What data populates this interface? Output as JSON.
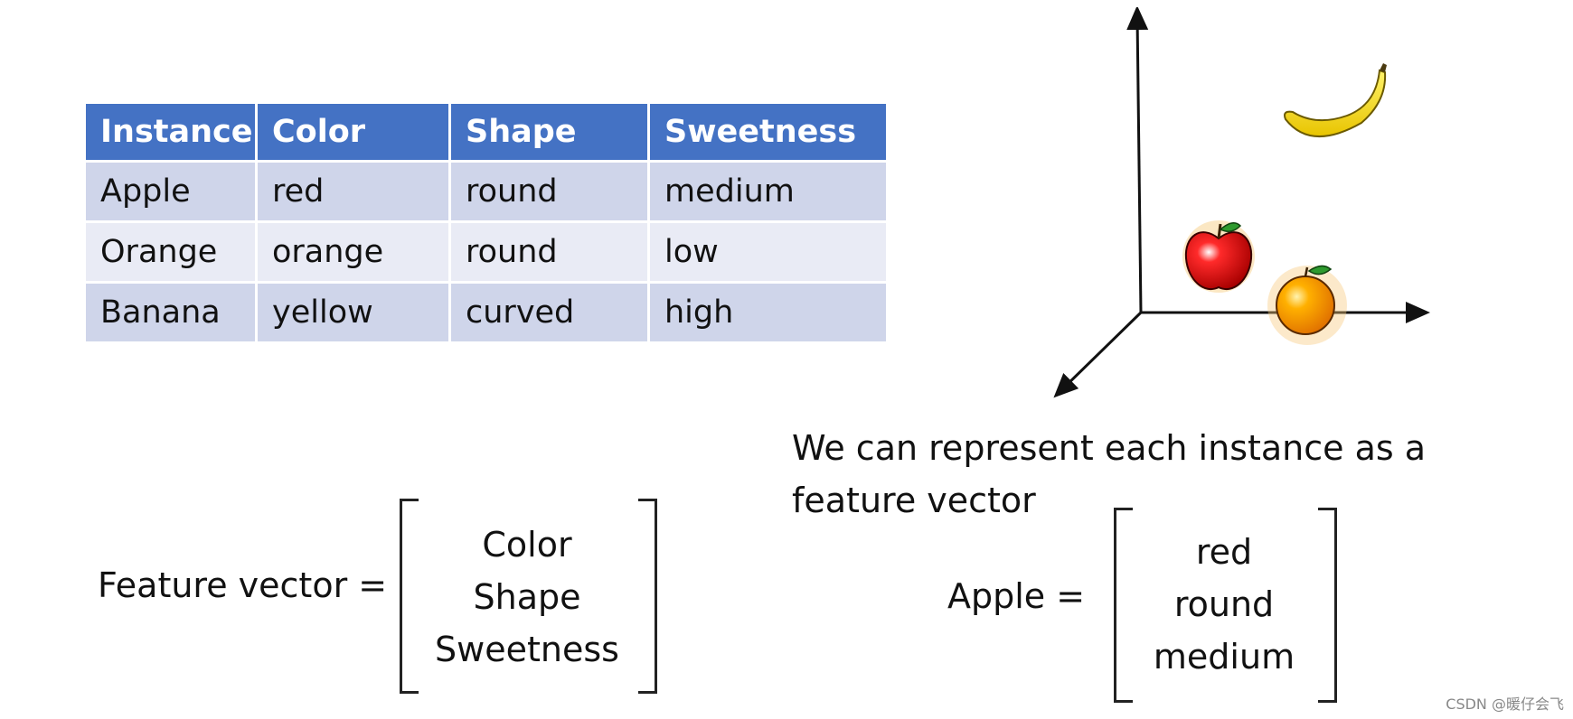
{
  "table": {
    "headers": [
      "Instance",
      "Color",
      "Shape",
      "Sweetness"
    ],
    "rows": [
      [
        "Apple",
        "red",
        "round",
        "medium"
      ],
      [
        "Orange",
        "orange",
        "round",
        "low"
      ],
      [
        "Banana",
        "yellow",
        "curved",
        "high"
      ]
    ],
    "colors": {
      "header": "#4472c4",
      "row_dark": "#cfd5ea",
      "row_light": "#e9ebf5"
    }
  },
  "feature_vector": {
    "label": "Feature vector =",
    "entries": [
      "Color",
      "Shape",
      "Sweetness"
    ]
  },
  "explanation": {
    "line1": "We can represent each instance as a",
    "line2": "feature vector"
  },
  "apple_vector": {
    "label": "Apple =",
    "entries": [
      "red",
      "round",
      "medium"
    ]
  },
  "plot": {
    "fruits": [
      "banana-icon",
      "apple-icon",
      "orange-icon"
    ]
  },
  "watermark": "CSDN @暖仔会飞"
}
